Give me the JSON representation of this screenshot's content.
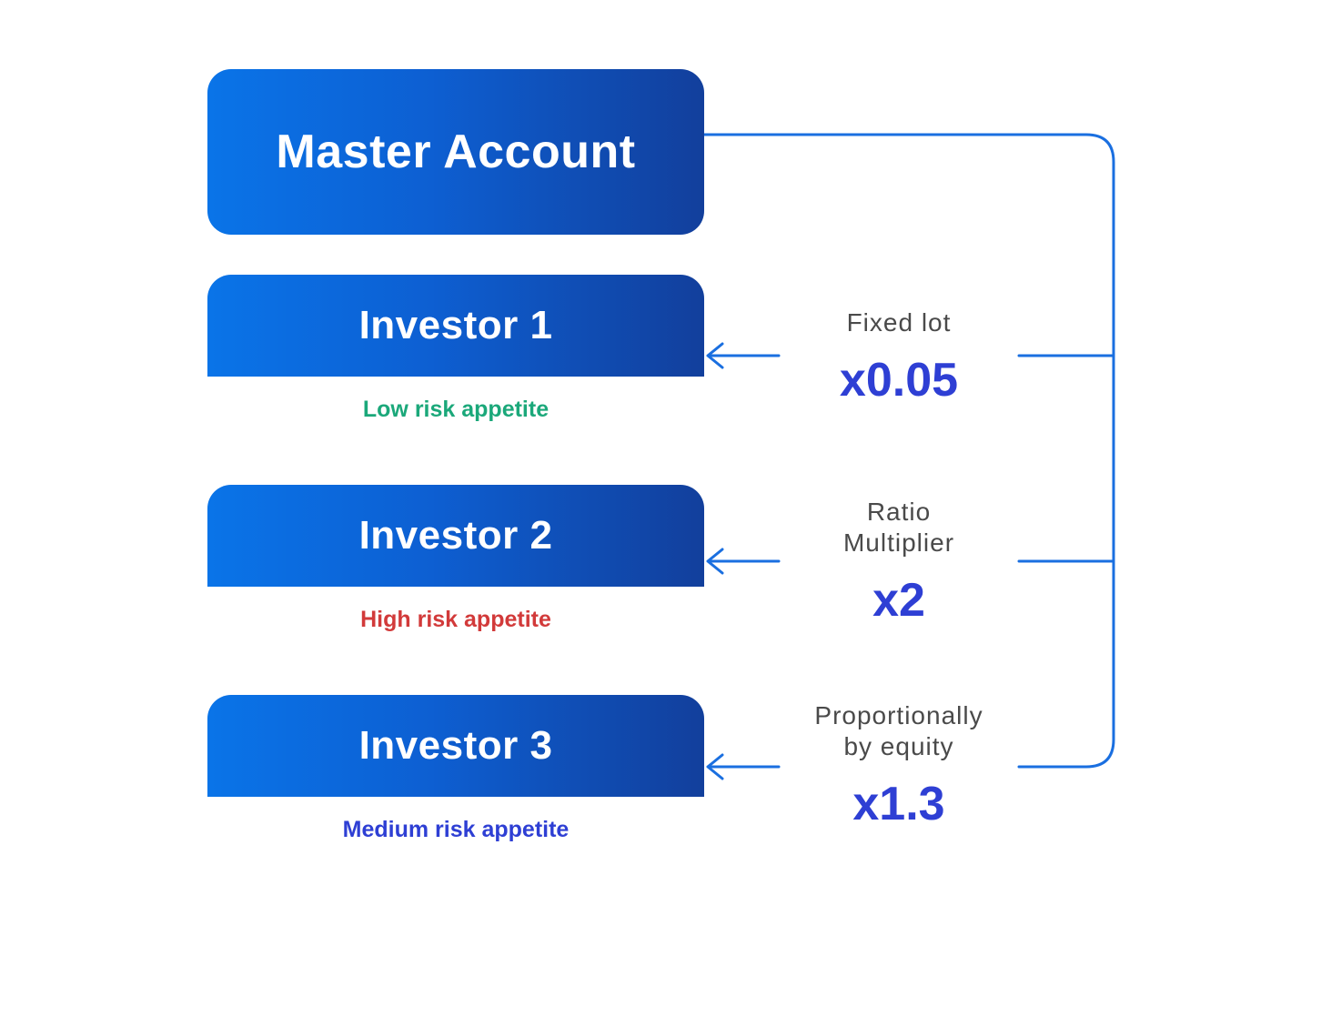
{
  "master": {
    "label": "Master Account"
  },
  "investors": [
    {
      "label": "Investor 1",
      "risk": "Low risk appetite",
      "risk_color": "#1ba87a",
      "method": "Fixed lot",
      "multiplier": "x0.05"
    },
    {
      "label": "Investor 2",
      "risk": "High risk appetite",
      "risk_color": "#d23a3a",
      "method": "Ratio Multiplier",
      "multiplier": "x2"
    },
    {
      "label": "Investor 3",
      "risk": "Medium risk appetite",
      "risk_color": "#2e3fd4",
      "method": "Proportionally by equity",
      "multiplier": "x1.3"
    }
  ],
  "colors": {
    "box_gradient_start": "#0a74e8",
    "box_gradient_end": "#123f9c",
    "connector": "#1a6fe0",
    "multiplier": "#2e3fd4",
    "method_text": "#4a4a4a"
  }
}
